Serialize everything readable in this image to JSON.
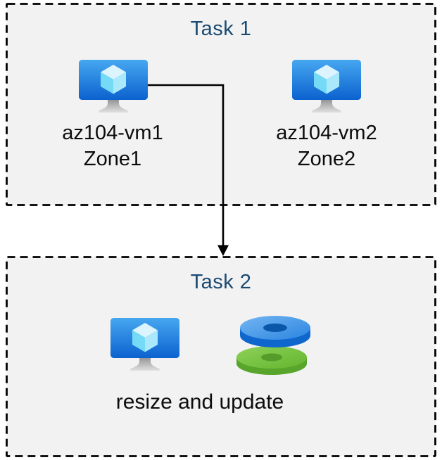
{
  "diagram": {
    "task1": {
      "title": "Task 1",
      "vm1": {
        "name": "az104-vm1",
        "zone": "Zone1"
      },
      "vm2": {
        "name": "az104-vm2",
        "zone": "Zone2"
      }
    },
    "task2": {
      "title": "Task 2",
      "caption": "resize and update"
    },
    "icons": {
      "vm": "azure-virtual-machine-icon",
      "disks": "azure-managed-disks-icon",
      "arrow": "down-elbow-arrow"
    },
    "colors": {
      "title_text": "#1b4a72",
      "label_text": "#0d0d0d",
      "box_fill": "#f2f2f2",
      "box_border": "#000000",
      "arrow": "#000000",
      "vm_screen_top": "#46a7f0",
      "vm_screen_bottom": "#0b62cf",
      "cube_top": "#dcf4fd",
      "cube_left": "#74daf6",
      "cube_right": "#a9e9fb",
      "disk_blue_top": "#2a84e1",
      "disk_blue_side": "#0f67cd",
      "disk_blue_hole": "#0a57a9",
      "disk_green_top": "#6bbd37",
      "disk_green_side": "#58a52b",
      "disk_green_hole": "#549b2a"
    }
  }
}
